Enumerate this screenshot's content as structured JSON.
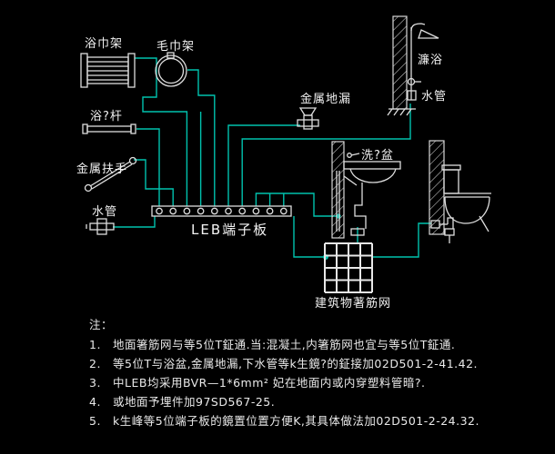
{
  "drawing": {
    "labels": {
      "towel_rack": "浴巾架",
      "towel_ring": "毛巾架",
      "curtain_rod": "浴?杆",
      "metal_handrail": "金属扶手",
      "water_pipe_left": "水管",
      "leb_board": "LEB端子板",
      "metal_floor_drain": "金属地漏",
      "wash_basin": "洗?盆",
      "shower": "濂浴",
      "water_pipe_right": "水管",
      "building_rebar_mesh": "建筑物著筋网"
    },
    "colors": {
      "background": "#000000",
      "fixture_line": "#dedede",
      "bond_conductor": "#00c2ae",
      "text": "#f0f0f0"
    },
    "terminal_count": 10
  },
  "notes": {
    "title": "注：",
    "items": [
      {
        "no": "1.",
        "text": "地面箸筋网与等5位T鉦通.当:混凝土,内箸筋网也宜与等5位T鉦通."
      },
      {
        "no": "2.",
        "text": "等5位T与浴盆,金属地漏,下水管等k生鏡?的鉦接加02D501-2-41.42."
      },
      {
        "no": "3.",
        "text": "中LEB均采用BVR—1*6mm²  妃在地面内或内穿塑料管暗?."
      },
      {
        "no": "4.",
        "text": "或地面予埋件加97SD567-25."
      },
      {
        "no": "5.",
        "text": "k生峰等5位端子板的鏡置位置方便K,其具体做法加02D501-2-24.32."
      }
    ]
  }
}
